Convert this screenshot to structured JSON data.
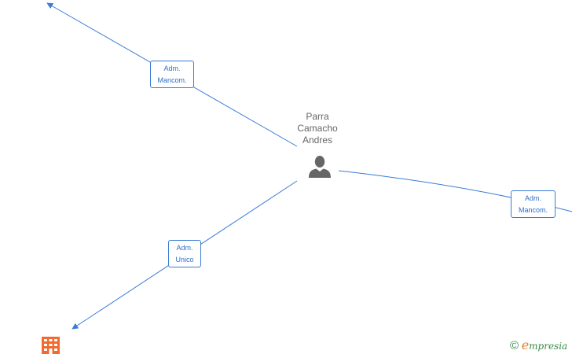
{
  "person": {
    "name_lines": [
      "Parra",
      "Camacho",
      "Andres"
    ],
    "icon": "person-icon"
  },
  "relations": {
    "top_left": {
      "lines": [
        "Adm.",
        "Mancom."
      ]
    },
    "right": {
      "lines": [
        "Adm.",
        "Mancom."
      ]
    },
    "bottom": {
      "lines": [
        "Adm.",
        "Unico"
      ]
    }
  },
  "company": {
    "icon": "building-icon",
    "color": "#f26a2e"
  },
  "brand": {
    "copyright": "©",
    "initial": "e",
    "rest": "mpresia"
  },
  "colors": {
    "edge": "#3a7bd5",
    "label_text": "#2f6fc9",
    "name_text": "#666666",
    "person_icon": "#666666"
  }
}
